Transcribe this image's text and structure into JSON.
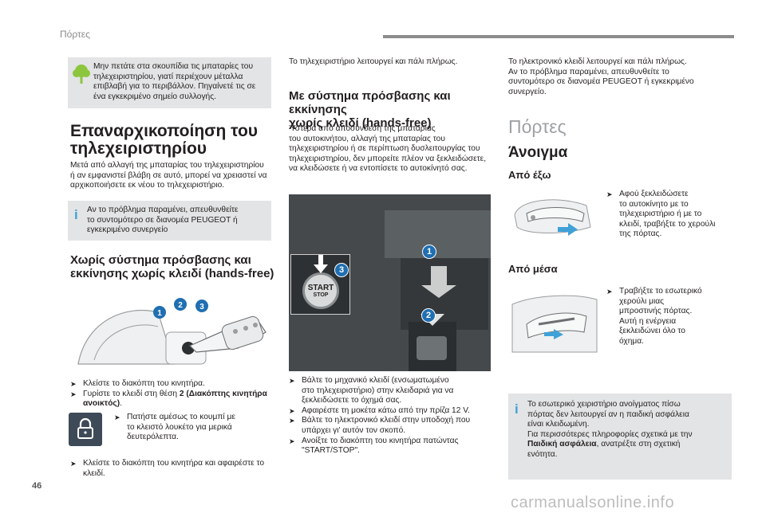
{
  "header": {
    "section": "Πόρτες"
  },
  "page_number": "46",
  "watermark": "carmanualsonline.info",
  "col1": {
    "eco_note": [
      "Μην πετάτε στα σκουπίδια τις μπαταρίες του",
      "τηλεχειριστηρίου, γιατί περιέχουν μέταλλα",
      "επιβλαβή για το περιβάλλον. Πηγαίνετέ τις σε",
      "ένα εγκεκριμένο σημείο συλλογής."
    ],
    "reset_title": [
      "Επαναρχικοποίηση του",
      "τηλεχειριστηρίου"
    ],
    "reset_text": [
      "Μετά από αλλαγή της μπαταρίας του τηλεχειριστηρίου",
      "ή αν εμφανιστεί βλάβη σε αυτό, μπορεί να χρειαστεί να",
      "αρχικοποιήσετε εκ νέου το τηλεχειριστήριο."
    ],
    "info_note": [
      "Αν το πρόβλημα παραμένει, απευθυνθείτε",
      "το συντομότερο σε διανομέα PEUGEOT ή",
      "εγκεκριμένο συνεργείο"
    ],
    "without_title": [
      "Χωρίς σύστημα πρόσβασης και",
      "εκκίνησης χωρίς κλειδί (hands-free)"
    ],
    "steps": [
      "Κλείστε το διακόπτη του κινητήρα.",
      "Γυρίστε το κλειδί στη θέση ",
      "Πατήστε αμέσως το κουμπί με",
      "το κλειστό λουκέτο για μερικά",
      "δευτερόλεπτα.",
      "Κλείστε το διακόπτη του κινητήρα και αφαιρέστε το",
      "κλειδί."
    ],
    "step2_bold": "2 (Διακόπτης κινητήρα",
    "step2_bold2": "ανοικτός)",
    "step2_end": ".",
    "step2_cont": ""
  },
  "col2": {
    "intro": "Το τηλεχειριστήριο λειτουργεί και πάλι πλήρως.",
    "with_title": [
      "Με σύστημα πρόσβασης και εκκίνησης",
      "χωρίς κλειδί (hands-free)"
    ],
    "with_text": [
      "Ύστερα από αποσύνδεση της μπαταρίας",
      "του αυτοκινήτου, αλλαγή της μπαταρίας του",
      "τηλεχειριστηρίου ή σε περίπτωση δυσλειτουργίας του",
      "τηλεχειριστηρίου, δεν μπορείτε πλέον να ξεκλειδώσετε,",
      "να κλειδώσετε ή να εντοπίσετε το αυτοκίνητό σας."
    ],
    "start_label": "START",
    "stop_label": "STOP",
    "steps": [
      [
        "Βάλτε το μηχανικό κλειδί (ενσωματωμένο",
        "στο τηλεχειριστήριο) στην κλειδαριά για να",
        "ξεκλειδώσετε το όχημά σας."
      ],
      [
        "Αφαιρέστε τη μοκέτα κάτω από την πρίζα 12 V."
      ],
      [
        "Βάλτε το ηλεκτρονικό κλειδί στην υποδοχή που",
        "υπάρχει γι' αυτόν τον σκοπό."
      ],
      [
        "Ανοίξτε το διακόπτη του κινητήρα πατώντας",
        "\"START/STOP\"."
      ]
    ]
  },
  "col3": {
    "intro": [
      "Το ηλεκτρονικό κλειδί λειτουργεί και πάλι πλήρως.",
      "Αν το πρόβλημα παραμένει, απευθυνθείτε το",
      "συντομότερο σε διανομέα PEUGEOT ή εγκεκριμένο",
      "συνεργείο."
    ],
    "section_title": "Πόρτες",
    "opening_title": "Άνοιγμα",
    "outside_title": "Από έξω",
    "outside_text": [
      "Αφού ξεκλειδώσετε",
      "το αυτοκίνητο με το",
      "τηλεχειριστήριο ή με το",
      "κλειδί, τραβήξτε το χερούλι",
      "της πόρτας."
    ],
    "inside_title": "Από μέσα",
    "inside_text": [
      "Τραβήξτε το εσωτερικό",
      "χερούλι μιας",
      "μπροστινής πόρτας.",
      "Αυτή η ενέργεια",
      "ξεκλειδώνει όλο το",
      "όχημα."
    ],
    "info_note": [
      "Το εσωτερικό χειριστήριο ανοίγματος πίσω",
      "πόρτας δεν λειτουργεί αν η παιδική ασφάλεια",
      "είναι κλειδωμένη.",
      "Για περισσότερες πληροφορίες σχετικά με την"
    ],
    "info_bold": "Παιδική ασφάλεια",
    "info_end": [
      ", ανατρέξτε στη σχετική",
      "ενότητα."
    ]
  },
  "callouts": [
    "1",
    "2",
    "3"
  ],
  "colors": {
    "accent_blue": "#3fa1d8",
    "eco_green": "#8cc63f",
    "box_gray": "#e3e4e5",
    "callout_blue": "#1f6fb2"
  }
}
